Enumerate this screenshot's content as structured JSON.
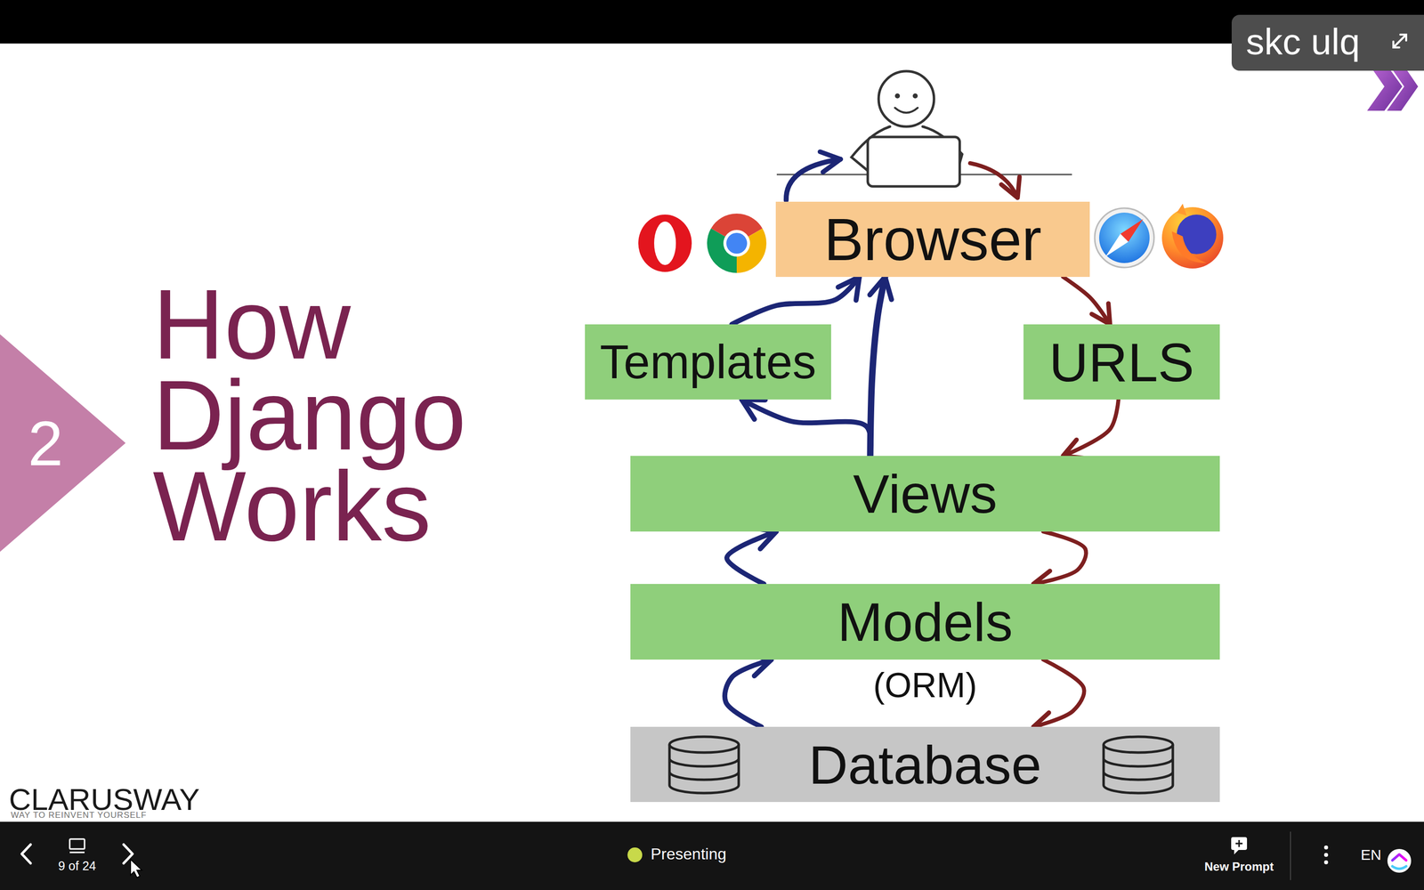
{
  "diagram": {
    "title": "How Django Works",
    "nodes": [
      {
        "text": [
          "Browser"
        ]
      },
      {
        "text": [
          "Templates"
        ]
      },
      {
        "text": [
          "URLS"
        ]
      },
      {
        "text": [
          "Views"
        ]
      },
      {
        "text": [
          "Models",
          "(ORM)"
        ]
      },
      {
        "text": [
          "Database"
        ]
      }
    ],
    "edges": [
      {
        "from": 0,
        "to": 2,
        "arrow": "to"
      },
      {
        "from": 2,
        "to": 3,
        "arrow": "to"
      },
      {
        "from": 3,
        "to": 4,
        "arrow": "to"
      },
      {
        "from": 4,
        "to": 5,
        "arrow": "to"
      },
      {
        "from": 5,
        "to": 4,
        "arrow": "to"
      },
      {
        "from": 4,
        "to": 3,
        "arrow": "to"
      },
      {
        "from": 3,
        "to": 0,
        "arrow": "to"
      },
      {
        "from": 3,
        "to": 1,
        "arrow": "to"
      },
      {
        "from": 1,
        "to": 0,
        "arrow": "to"
      }
    ],
    "labels": [
      "2",
      "CLARUSWAY",
      "WAY TO REINVENT YOURSELF",
      "skc ulq",
      "9 of 24",
      "Presenting",
      "New Prompt",
      "EN"
    ]
  }
}
